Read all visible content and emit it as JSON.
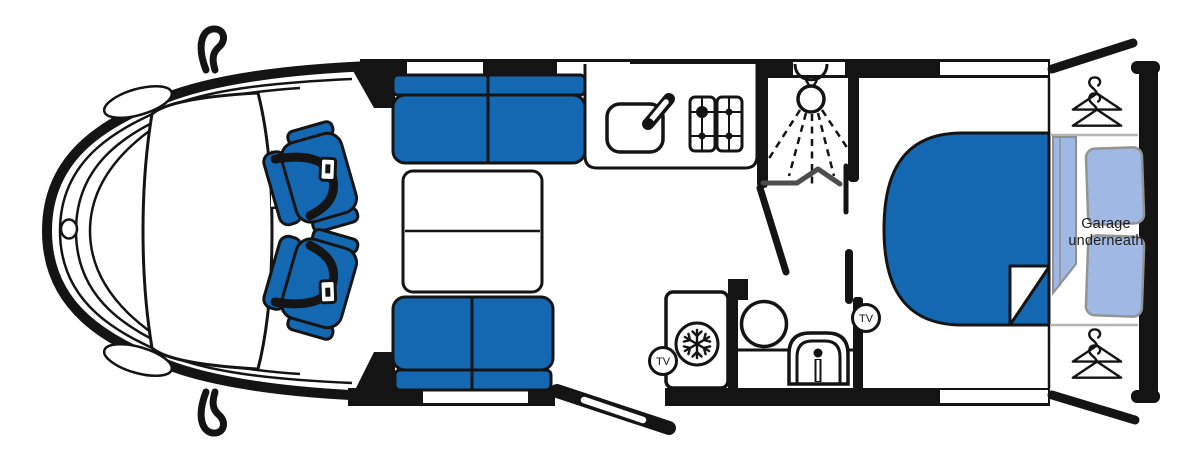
{
  "diagram": {
    "type": "motorhome-floorplan-top-view",
    "labels": {
      "garage_line1": "Garage",
      "garage_line2": "underneath",
      "tv_badge": "TV"
    },
    "colors": {
      "upholstery_blue": "#1468b1",
      "soft_bedding_blue": "#9fb9e4",
      "outline_black": "#141414",
      "divider_gray": "#b5b5b5",
      "shower_tray_gray": "#4d4d4d",
      "pillow_stroke_gray": "#949494"
    },
    "areas": [
      "cab-with-swivel-seats",
      "lounge-dinette",
      "kitchen",
      "shower-cubicle",
      "washroom",
      "fridge",
      "island-bed-bedroom",
      "rear-wardrobe-top",
      "rear-wardrobe-bottom",
      "garage-underneath"
    ],
    "icons": [
      "wing-mirror-icon",
      "swivel-seat-icon",
      "seatbelt-icon",
      "sink-icon",
      "tap-icon",
      "hob-icon",
      "shower-head-icon",
      "washbasin-icon",
      "toilet-icon",
      "snowflake-icon",
      "tv-badge",
      "hanger-icon",
      "pillow-icon",
      "open-door-icon"
    ]
  }
}
